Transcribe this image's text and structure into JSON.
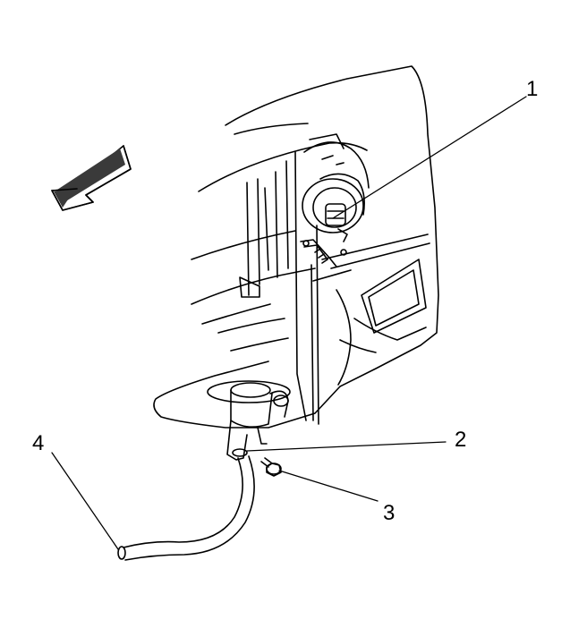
{
  "callouts": [
    {
      "id": "1",
      "label": "1"
    },
    {
      "id": "2",
      "label": "2"
    },
    {
      "id": "3",
      "label": "3"
    },
    {
      "id": "4",
      "label": "4"
    }
  ],
  "colors": {
    "line": "#000000",
    "fill": "#ffffff",
    "arrow": "#444444"
  },
  "icons": {
    "direction_arrow": "front-arrow-icon"
  }
}
